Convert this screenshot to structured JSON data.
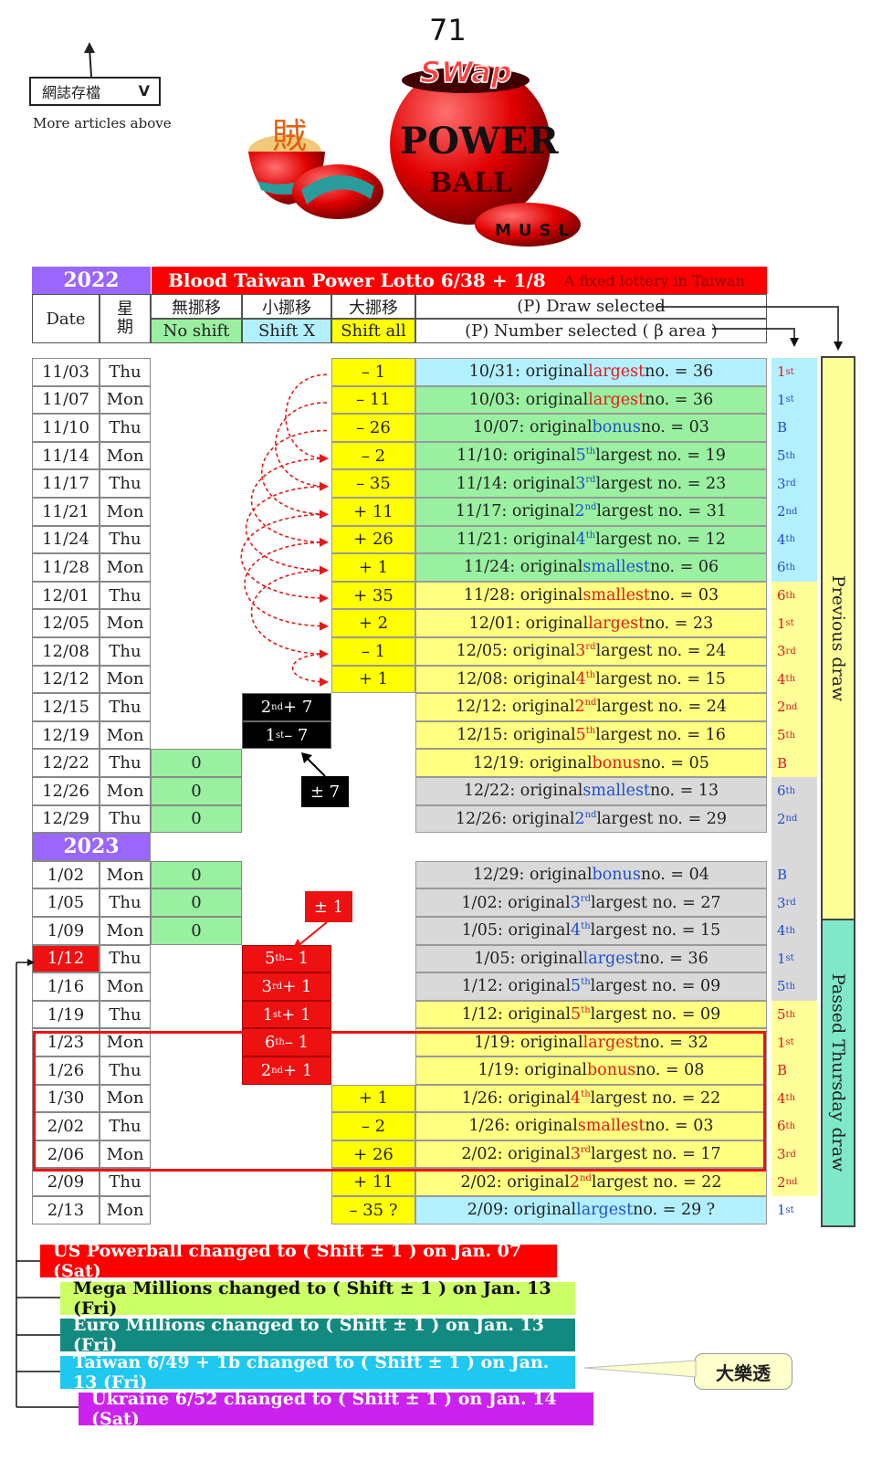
{
  "page_number": "71",
  "archive": {
    "label": "網誌存檔",
    "chevron": "V"
  },
  "more_articles": "More articles above",
  "logo": {
    "word1": "SWap",
    "word2": "POWER",
    "word3": "BALL",
    "word4": "MUSL",
    "thief": "賊"
  },
  "header": {
    "year": "2022",
    "title": "Blood Taiwan Power Lotto  6/38 + 1/8",
    "subtitle": "A fixed lottery in Taiwan",
    "date": "Date",
    "weekday": "星 期",
    "no_shift_cn": "無挪移",
    "shift_x_cn": "小挪移",
    "shift_all_cn": "大挪移",
    "no_shift": "No shift",
    "shift_x": "Shift X",
    "shift_all": "Shift all",
    "draw_selected": "(P) Draw selected",
    "number_selected": "(P) Number selected ( β area )"
  },
  "colors": {
    "green": "#99f0a0",
    "yellow": "#ffff80",
    "grey": "#d9d9d9",
    "lightblue": "#b3f0ff",
    "black": "#000000",
    "red": "#ee1111",
    "brightyellow": "#ffff00"
  },
  "rows": [
    {
      "date": "11/03",
      "day": "Thu",
      "a": "– 1",
      "pre": "10/31: original ",
      "hl": "largest",
      "post": " no. = 36",
      "hc": "red",
      "rb": "lightblue",
      "m": "1",
      "ms": "st",
      "mc": "red"
    },
    {
      "date": "11/07",
      "day": "Mon",
      "a": "– 11",
      "pre": "10/03: original ",
      "hl": "largest",
      "post": " no. = 36",
      "hc": "red",
      "rb": "green",
      "m": "1",
      "ms": "st",
      "mc": "blue"
    },
    {
      "date": "11/10",
      "day": "Thu",
      "a": "– 26",
      "pre": "10/07: original ",
      "hl": "bonus",
      "post": " no. = 03",
      "hc": "blue",
      "rb": "green",
      "m": "B",
      "ms": "",
      "mc": "blue"
    },
    {
      "date": "11/14",
      "day": "Mon",
      "a": "– 2",
      "pre": "11/10: original ",
      "hl": "5th",
      "post": " largest no. = 19",
      "hc": "blue",
      "rb": "green",
      "m": "5",
      "ms": "th",
      "mc": "blue"
    },
    {
      "date": "11/17",
      "day": "Thu",
      "a": "– 35",
      "pre": "11/14: original ",
      "hl": "3rd",
      "post": " largest no. = 23",
      "hc": "blue",
      "rb": "green",
      "m": "3",
      "ms": "rd",
      "mc": "blue"
    },
    {
      "date": "11/21",
      "day": "Mon",
      "a": "+ 11",
      "pre": "11/17: original ",
      "hl": "2nd",
      "post": " largest no. = 31",
      "hc": "blue",
      "rb": "green",
      "m": "2",
      "ms": "nd",
      "mc": "blue"
    },
    {
      "date": "11/24",
      "day": "Thu",
      "a": "+ 26",
      "pre": "11/21: original ",
      "hl": "4th",
      "post": " largest no. = 12",
      "hc": "blue",
      "rb": "green",
      "m": "4",
      "ms": "th",
      "mc": "blue"
    },
    {
      "date": "11/28",
      "day": "Mon",
      "a": "+ 1",
      "pre": "11/24: original ",
      "hl": "smallest",
      "post": " no. = 06",
      "hc": "blue",
      "rb": "green",
      "m": "6",
      "ms": "th",
      "mc": "blue"
    },
    {
      "date": "12/01",
      "day": "Thu",
      "a": "+ 35",
      "pre": "11/28: original ",
      "hl": "smallest",
      "post": " no. = 03",
      "hc": "red",
      "rb": "yellow",
      "m": "6",
      "ms": "th",
      "mc": "red"
    },
    {
      "date": "12/05",
      "day": "Mon",
      "a": "+ 2",
      "pre": "12/01: original ",
      "hl": "largest",
      "post": " no. = 23",
      "hc": "red",
      "rb": "yellow",
      "m": "1",
      "ms": "st",
      "mc": "red"
    },
    {
      "date": "12/08",
      "day": "Thu",
      "a": "– 1",
      "pre": "12/05: original ",
      "hl": "3rd",
      "post": " largest no. = 24",
      "hc": "red",
      "rb": "yellow",
      "m": "3",
      "ms": "rd",
      "mc": "red"
    },
    {
      "date": "12/12",
      "day": "Mon",
      "a": "+ 1",
      "pre": "12/08: original ",
      "hl": "4th",
      "post": " largest no. = 15",
      "hc": "red",
      "rb": "yellow",
      "m": "4",
      "ms": "th",
      "mc": "red"
    },
    {
      "date": "12/15",
      "day": "Thu",
      "x": "2nd + 7",
      "pre": "12/12: original ",
      "hl": "2nd",
      "post": " largest no. = 24",
      "hc": "red",
      "rb": "yellow",
      "m": "2",
      "ms": "nd",
      "mc": "red"
    },
    {
      "date": "12/19",
      "day": "Mon",
      "x": "1st – 7",
      "pre": "12/15: original ",
      "hl": "5th",
      "post": " largest no. = 16",
      "hc": "red",
      "rb": "yellow",
      "m": "5",
      "ms": "th",
      "mc": "red"
    },
    {
      "date": "12/22",
      "day": "Thu",
      "n": "0",
      "pre": "12/19: original ",
      "hl": "bonus",
      "post": " no. = 05",
      "hc": "red",
      "rb": "yellow",
      "m": "B",
      "ms": "",
      "mc": "red"
    },
    {
      "date": "12/26",
      "day": "Mon",
      "n": "0",
      "pre": "12/22: original ",
      "hl": "smallest",
      "post": " no. = 13",
      "hc": "blue",
      "rb": "grey",
      "m": "6",
      "ms": "th",
      "mc": "blue"
    },
    {
      "date": "12/29",
      "day": "Thu",
      "n": "0",
      "pre": "12/26: original ",
      "hl": "2nd",
      "post": " largest no. = 29",
      "hc": "blue",
      "rb": "grey",
      "m": "2",
      "ms": "nd",
      "mc": "blue"
    },
    {
      "year": "2023"
    },
    {
      "date": "1/02",
      "day": "Mon",
      "n": "0",
      "pre": "12/29: original ",
      "hl": "bonus",
      "post": " no. = 04",
      "hc": "blue",
      "rb": "grey",
      "m": "B",
      "ms": "",
      "mc": "blue"
    },
    {
      "date": "1/05",
      "day": "Thu",
      "n": "0",
      "pre": "1/02: original ",
      "hl": "3rd",
      "post": " largest no. = 27",
      "hc": "blue",
      "rb": "grey",
      "m": "3",
      "ms": "rd",
      "mc": "blue"
    },
    {
      "date": "1/09",
      "day": "Mon",
      "n": "0",
      "pre": "1/05: original ",
      "hl": "4th",
      "post": " largest no. = 15",
      "hc": "blue",
      "rb": "grey",
      "m": "4",
      "ms": "th",
      "mc": "blue"
    },
    {
      "date": "1/12",
      "day": "Thu",
      "dred": true,
      "xr": "5th – 1",
      "pre": "1/05: original ",
      "hl": "largest",
      "post": " no. = 36",
      "hc": "blue",
      "rb": "grey",
      "m": "1",
      "ms": "st",
      "mc": "blue"
    },
    {
      "date": "1/16",
      "day": "Mon",
      "xr": "3rd + 1",
      "pre": "1/12: original ",
      "hl": "5th",
      "post": " largest no. = 09",
      "hc": "blue",
      "rb": "grey",
      "m": "5",
      "ms": "th",
      "mc": "blue"
    },
    {
      "date": "1/19",
      "day": "Thu",
      "xr": "1st + 1",
      "pre": "1/12: original ",
      "hl": "5th",
      "post": " largest no. = 09",
      "hc": "red",
      "rb": "yellow",
      "m": "5",
      "ms": "th",
      "mc": "red"
    },
    {
      "date": "1/23",
      "day": "Mon",
      "xr": "6th – 1",
      "pre": "1/19: original ",
      "hl": "largest",
      "post": " no. = 32",
      "hc": "red",
      "rb": "yellow",
      "m": "1",
      "ms": "st",
      "mc": "red"
    },
    {
      "date": "1/26",
      "day": "Thu",
      "xr": "2nd + 1",
      "pre": "1/19: original ",
      "hl": "bonus",
      "post": " no. = 08",
      "hc": "red",
      "rb": "yellow",
      "m": "B",
      "ms": "",
      "mc": "red"
    },
    {
      "date": "1/30",
      "day": "Mon",
      "a": "+ 1",
      "pre": "1/26: original ",
      "hl": "4th",
      "post": "  largest no. = 22",
      "hc": "red",
      "rb": "yellow",
      "m": "4",
      "ms": "th",
      "mc": "red"
    },
    {
      "date": "2/02",
      "day": "Thu",
      "a": "– 2",
      "pre": "1/26: original ",
      "hl": "smallest",
      "post": "  no. = 03",
      "hc": "red",
      "rb": "yellow",
      "m": "6",
      "ms": "th",
      "mc": "red"
    },
    {
      "date": "2/06",
      "day": "Mon",
      "a": "+ 26",
      "pre": "2/02: original ",
      "hl": "3rd",
      "post": " largest no. = 17",
      "hc": "red",
      "rb": "yellow",
      "m": "3",
      "ms": "rd",
      "mc": "red"
    },
    {
      "date": "2/09",
      "day": "Thu",
      "a": "+ 11",
      "pre": "2/02: original ",
      "hl": "2nd",
      "post": " largest no. = 22",
      "hc": "red",
      "rb": "yellow",
      "m": "2",
      "ms": "nd",
      "mc": "red"
    },
    {
      "date": "2/13",
      "day": "Mon",
      "a": "– 35 ?",
      "pre": "2/09: original ",
      "hl": "largest",
      "post": " no. = 29 ?",
      "hc": "blue",
      "rb": "lightblue",
      "m": "1",
      "ms": "st",
      "mc": "blue"
    }
  ],
  "callouts": {
    "pm7": "± 7",
    "pm1": "± 1"
  },
  "side": {
    "previous": "Previous draw",
    "passed": "Passed Thursday draw"
  },
  "banners": [
    {
      "text": "US Powerball changed to ( Shift ± 1 ) on Jan. 07 (Sat)",
      "bg": "#ff0000"
    },
    {
      "text": "Mega Millions changed to ( Shift ± 1 ) on Jan. 13 (Fri)",
      "bg": "#ccff66"
    },
    {
      "text": "Euro Millions changed to ( Shift ± 1 ) on Jan. 13 (Fri)",
      "bg": "#138a80"
    },
    {
      "text": "Taiwan 6/49 + 1b  changed to ( Shift ± 1 ) on Jan. 13 (Fri)",
      "bg": "#1ec8f0"
    },
    {
      "text": "Ukraine 6/52 changed to ( Shift ± 1 ) on Jan. 14 (Sat)",
      "bg": "#cc22ee"
    }
  ],
  "tw_note": "大樂透"
}
